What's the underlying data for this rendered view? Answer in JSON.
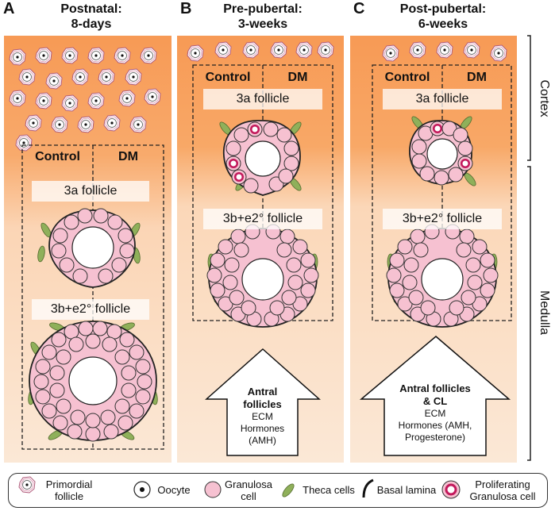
{
  "panels": [
    {
      "letter": "A",
      "title_line1": "Postnatal:",
      "title_line2": "8-days"
    },
    {
      "letter": "B",
      "title_line1": "Pre-pubertal:",
      "title_line2": "3-weeks"
    },
    {
      "letter": "C",
      "title_line1": "Post-pubertal:",
      "title_line2": "6-weeks"
    }
  ],
  "labels": {
    "control": "Control",
    "dm": "DM",
    "follicle_3a": "3a follicle",
    "follicle_3b": "3b+e2° follicle"
  },
  "arrows": {
    "b_title1": "Antral",
    "b_title2": "follicles",
    "b_line1": "ECM",
    "b_line2": "Hormones",
    "b_line3": "(AMH)",
    "c_title1": "Antral follicles",
    "c_title2": "& CL",
    "c_line1": "ECM",
    "c_line2": "Hormones (AMH,",
    "c_line3": "Progesterone)"
  },
  "side": {
    "cortex": "Cortex",
    "medulla": "Medulla"
  },
  "legend": {
    "primordial": "Primordial follicle",
    "oocyte": "Oocyte",
    "granulosa": "Granulosa cell",
    "theca": "Theca cells",
    "basal": "Basal lamina",
    "proliferating": "Proliferating Granulosa cell"
  },
  "colors": {
    "cortex": "#f7a564",
    "medulla": "#fbe5d1",
    "granulosa": "#f6c1d1",
    "theca": "#8fb05a",
    "proliferating": "#c2185b"
  }
}
